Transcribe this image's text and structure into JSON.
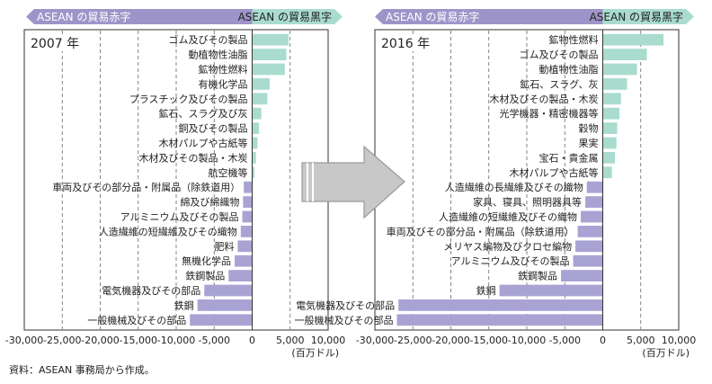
{
  "header": {
    "deficit_label": "ASEAN の貿易赤字",
    "surplus_label": "ASEAN の貿易黒字"
  },
  "unit_label": "(百万ドル)",
  "source": "資料：ASEAN 事務局から作成。",
  "chart_data": [
    {
      "type": "bar",
      "orientation": "horizontal",
      "title": "2007 年",
      "xlim": [
        -30000,
        10000
      ],
      "xticks": [
        -30000,
        -25000,
        -20000,
        -15000,
        -10000,
        -5000,
        0,
        5000,
        10000
      ],
      "xtick_labels": [
        "-30,000",
        "-25,000",
        "-20,000",
        "-15,000",
        "-10,000",
        "-5,000",
        "0",
        "5,000",
        "10,000"
      ],
      "xlabel": "(百万ドル)",
      "grid": "vertical dashed",
      "categories": [
        "ゴム及びその製品",
        "動植物性油脂",
        "鉱物性燃料",
        "有機化学品",
        "プラスチック及びその製品",
        "鉱石、スラグ及び灰",
        "銅及びその製品",
        "木材パルプや古紙等",
        "木材及びその製品・木炭",
        "航空機等",
        "車両及びその部分品・附属品（除鉄道用）",
        "綿及び綿織物",
        "アルミニウム及びその製品",
        "人造繊維の短繊維及びその織物",
        "肥料",
        "無機化学品",
        "鉄鋼製品",
        "電気機器及びその部品",
        "鉄鋼",
        "一般機械及びその部品"
      ],
      "values": [
        4800,
        4500,
        4300,
        2300,
        2000,
        1200,
        900,
        700,
        500,
        300,
        -1100,
        -1200,
        -1300,
        -1500,
        -1900,
        -2300,
        -3100,
        -6300,
        -7200,
        -8200
      ]
    },
    {
      "type": "bar",
      "orientation": "horizontal",
      "title": "2016 年",
      "xlim": [
        -30000,
        10000
      ],
      "xticks": [
        -30000,
        -25000,
        -20000,
        -15000,
        -10000,
        -5000,
        0,
        5000,
        10000
      ],
      "xtick_labels": [
        "-30,000",
        "-25,000",
        "-20,000",
        "-15,000",
        "-10,000",
        "-5,000",
        "0",
        "5,000",
        "10,000"
      ],
      "xlabel": "(百万ドル)",
      "grid": "vertical dashed",
      "categories": [
        "鉱物性燃料",
        "ゴム及びその製品",
        "動植物性油脂",
        "鉱石、スラグ、灰",
        "木材及びその製品・木炭",
        "光学機器・精密機器等",
        "穀物",
        "果実",
        "宝石・貴金属",
        "木材パルプや古紙等",
        "人造繊維の長繊維及びその織物",
        "家具、寝具、照明器具等",
        "人造繊維の短繊維及びその織物",
        "車両及びその部分品・附属品（除鉄道用）",
        "メリヤス編物及びクロセ編物",
        "アルミニウム及びその製品",
        "鉄鋼製品",
        "鉄鋼",
        "電気機器及びその部品",
        "一般機械及びその部品"
      ],
      "values": [
        8000,
        5800,
        4500,
        3200,
        2400,
        2200,
        1900,
        1800,
        1600,
        1200,
        -2100,
        -2300,
        -2900,
        -3300,
        -3600,
        -3900,
        -5500,
        -13600,
        -26900,
        -27100
      ]
    }
  ]
}
